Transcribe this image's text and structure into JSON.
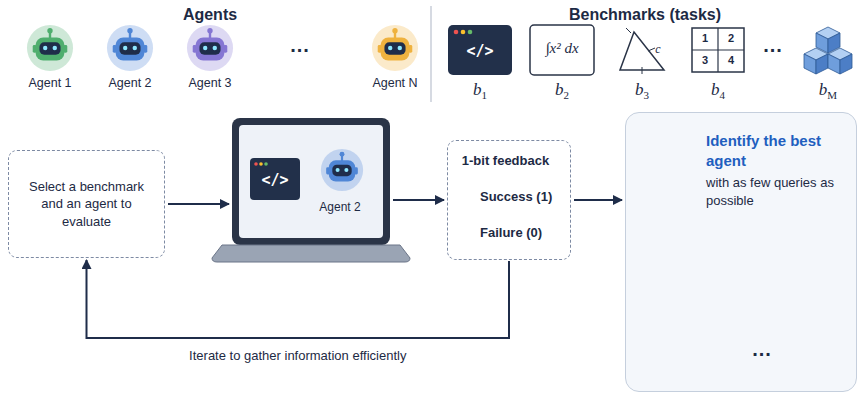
{
  "diagram": {
    "nodes": [
      {
        "text": [
          "Select a benchmark and an agent to evaluate"
        ]
      },
      {
        "text": [
          "Agent 2"
        ]
      },
      {
        "text": [
          "1-bit feedback",
          "Success (1)",
          "Failure (0)"
        ]
      },
      {
        "text": [
          "Identify the best agent",
          "with as few queries as possible"
        ]
      }
    ],
    "edges": [
      {
        "from": 0,
        "to": 1,
        "arrow": "to"
      },
      {
        "from": 1,
        "to": 2,
        "arrow": "to"
      },
      {
        "from": 2,
        "to": 3,
        "arrow": "to"
      },
      {
        "from": 2,
        "to": 0,
        "arrow": "to",
        "label": "Iterate to gather information efficiently"
      }
    ],
    "labels": [
      "Agents",
      "Agent 1",
      "Agent 2",
      "Agent 3",
      "...",
      "Agent N",
      "Benchmarks (tasks)",
      "</>",
      "∫x² dx",
      "c",
      "1",
      "2",
      "3",
      "4",
      "...",
      "b1",
      "b2",
      "b3",
      "b4",
      "bM",
      "</>",
      "..."
    ]
  }
}
